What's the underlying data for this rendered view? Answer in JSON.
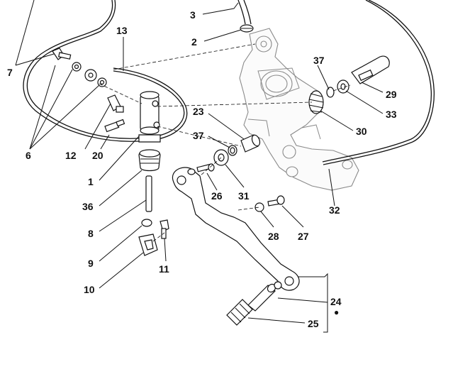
{
  "labels": {
    "l1": "1",
    "l2": "2",
    "l3": "3",
    "l6": "6",
    "l7": "7",
    "l8": "8",
    "l9": "9",
    "l10": "10",
    "l11": "11",
    "l12": "12",
    "l13": "13",
    "l20": "20",
    "l23": "23",
    "l24": "24",
    "l25": "25",
    "l26": "26",
    "l27": "27",
    "l28": "28",
    "l29": "29",
    "l30": "30",
    "l31": "31",
    "l32": "32",
    "l33": "33",
    "l36": "36",
    "l37a": "37",
    "l37b": "37"
  },
  "marks": {
    "special": "●"
  }
}
